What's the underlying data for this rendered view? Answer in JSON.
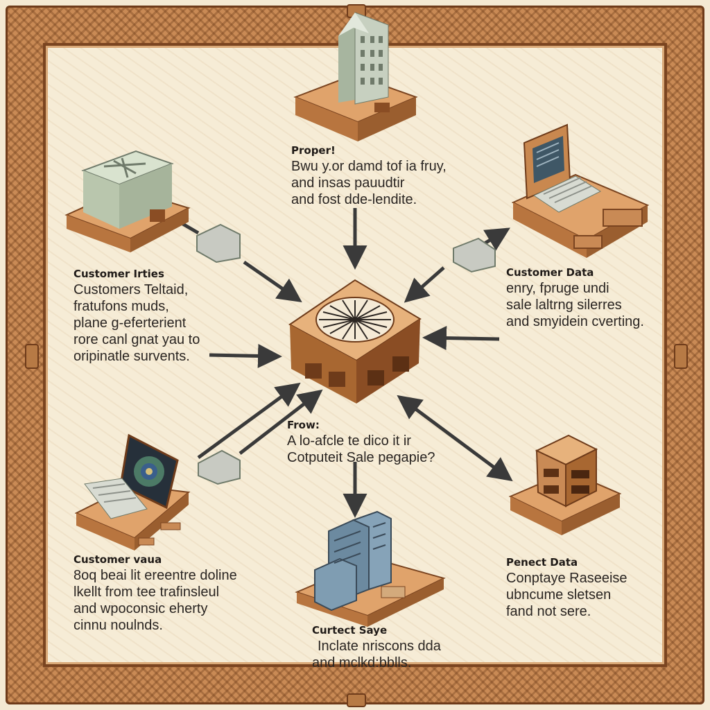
{
  "nodes": [
    {
      "key": "top",
      "title": "Proper!",
      "lines": [
        "Bwu y.or damd tof ia fruy,",
        "and insas pauudtir",
        "and fost dde-lendite."
      ]
    },
    {
      "key": "left",
      "title": "Customer Irties",
      "lines": [
        "Customers Teltaid,",
        "fratufons muds,",
        "plane g-eferterient",
        "rore canl gnat yau to",
        "oripinatle survents."
      ]
    },
    {
      "key": "right",
      "title": "Customer Data",
      "lines": [
        "enry, fpruge undi",
        "sale laltrng silerres",
        "and smyidein cverting."
      ]
    },
    {
      "key": "center_bottom",
      "title": "Frow:",
      "lines": [
        "A lo-afcle te dico it ir",
        "Cotputeit Sale pegapie?"
      ]
    },
    {
      "key": "bottom_left",
      "title": "Customer vaua",
      "lines": [
        "8oq beai lit ereentre doline",
        "lkellt from tee trafinsleul",
        "and wpoconsic eherty",
        "cinnu noulnds."
      ]
    },
    {
      "key": "bottom_right",
      "title": "Penect Data",
      "lines": [
        "Conptaye Raseeise",
        "ubncume sletsen",
        "fand not sere."
      ]
    },
    {
      "key": "bottom",
      "title": "Curtect Saye",
      "lines": [
        "Inclate nriscons dda",
        "and mclkd:bblls."
      ]
    }
  ],
  "colors": {
    "frame": "#c98a55",
    "parchment": "#f6ecd6",
    "wood": "#c98a55",
    "arrow": "#3a3a3a"
  }
}
